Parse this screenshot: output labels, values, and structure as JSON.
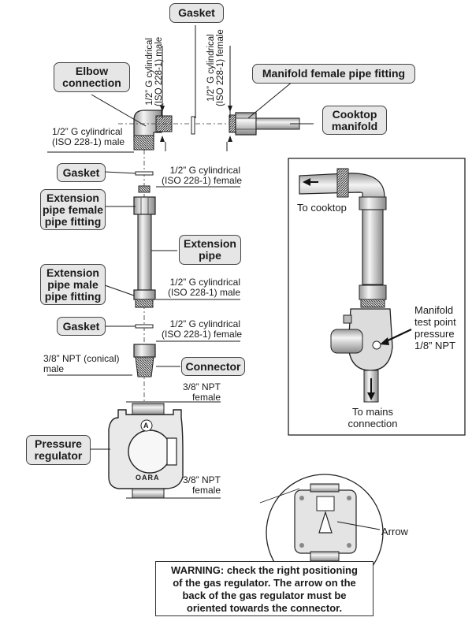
{
  "callouts": {
    "gasket_top": "Gasket",
    "elbow_1": "Elbow",
    "elbow_2": "connection",
    "manifold_fitting": "Manifold female pipe fitting",
    "cooktop_1": "Cooktop",
    "cooktop_2": "manifold",
    "gasket_mid": "Gasket",
    "ext_female_1": "Extension",
    "ext_female_2": "pipe female",
    "ext_female_3": "pipe fitting",
    "ext_pipe_1": "Extension",
    "ext_pipe_2": "pipe",
    "ext_male_1": "Extension",
    "ext_male_2": "pipe male",
    "ext_male_3": "pipe fitting",
    "gasket_low": "Gasket",
    "connector": "Connector",
    "regulator_1": "Pressure",
    "regulator_2": "regulator"
  },
  "labels": {
    "vert_male_1": "1/2” G cylindrical",
    "vert_male_2": "(ISO 228-1) male",
    "vert_female_1": "1/2” G cylindrical",
    "vert_female_2": "(ISO 228-1) female",
    "elbow_male_1": "1/2” G cylindrical",
    "elbow_male_2": "(ISO 228-1) male",
    "female_a_1": "1/2” G cylindrical",
    "female_a_2": "(ISO 228-1) female",
    "male_b_1": "1/2” G cylindrical",
    "male_b_2": "(ISO 228-1) male",
    "female_c_1": "1/2” G cylindrical",
    "female_c_2": "(ISO 228-1) female",
    "npt_male_1": "3/8” NPT (conical)",
    "npt_male_2": "male",
    "npt_female_top_1": "3/8” NPT",
    "npt_female_top_2": "female",
    "npt_female_bot_1": "3/8” NPT",
    "npt_female_bot_2": "female",
    "to_cooktop": "To cooktop",
    "manifold_tp_1": "Manifold",
    "manifold_tp_2": "test point",
    "manifold_tp_3": "pressure",
    "manifold_tp_4": "1/8” NPT",
    "to_mains_1": "To mains",
    "to_mains_2": "connection",
    "arrow": "Arrow",
    "reg_letter": "A",
    "reg_brand": "OARA"
  },
  "warning": {
    "line1": "WARNING: check the right positioning",
    "line2": "of the gas regulator. The arrow on the",
    "line3": "back of the gas regulator must be",
    "line4": "oriented towards the connector."
  },
  "colors": {
    "callout_bg": "#e6e6e6",
    "line": "#1a1a1a",
    "metal": "#cfcfcf"
  }
}
